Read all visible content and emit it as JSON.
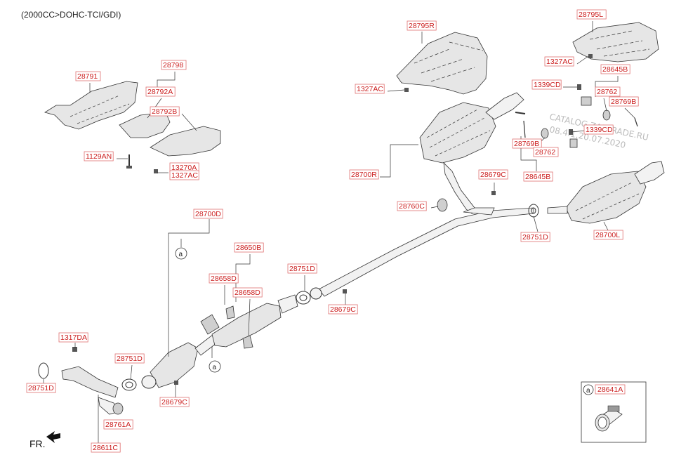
{
  "header": {
    "engine_note": "(2000CC>DOHC-TCI/GDI)"
  },
  "footer": {
    "front_indicator": "FR."
  },
  "watermark": {
    "line1": "CATALOG ZAPTRADE.RU",
    "line2": "08.4.1.20.07.2020"
  },
  "legend_box": {
    "circle_letter": "a",
    "part_code": "28641A"
  },
  "callout_letter": "a",
  "colors": {
    "label_red": "#cc1f1f",
    "highlight_blue": "#1f4fcc"
  },
  "labels": {
    "p28795R": "28795R",
    "p28795L": "28795L",
    "p1327AC_a": "1327AC",
    "p1327AC_b": "1327AC",
    "p1327AC_c": "1327AC",
    "p28645B_a": "28645B",
    "p28645B_b": "28645B",
    "p1339CD_a": "1339CD",
    "p1339CD_b": "1339CD",
    "p28762_a": "28762",
    "p28762_b": "28762",
    "p28769B_a": "28769B",
    "p28769B_b": "28769B",
    "p28791": "28791",
    "p28798": "28798",
    "p28792A": "28792A",
    "p28792B": "28792B",
    "p1129AN": "1129AN",
    "p13270A": "13270A",
    "p28700R": "28700R",
    "p28760C": "28760C",
    "p28679C_a": "28679C",
    "p28679C_b": "28679C",
    "p28679C_c": "28679C",
    "p28751D_a": "28751D",
    "p28751D_b": "28751D",
    "p28751D_c": "28751D",
    "p28751D_d": "28751D",
    "p28700L": "28700L",
    "p28700D": "28700D",
    "p28650B": "28650B",
    "p28658D_a": "28658D",
    "p28658D_b": "28658D",
    "p1317DA": "1317DA",
    "p28761A": "28761A",
    "p28611C": "28611C"
  }
}
